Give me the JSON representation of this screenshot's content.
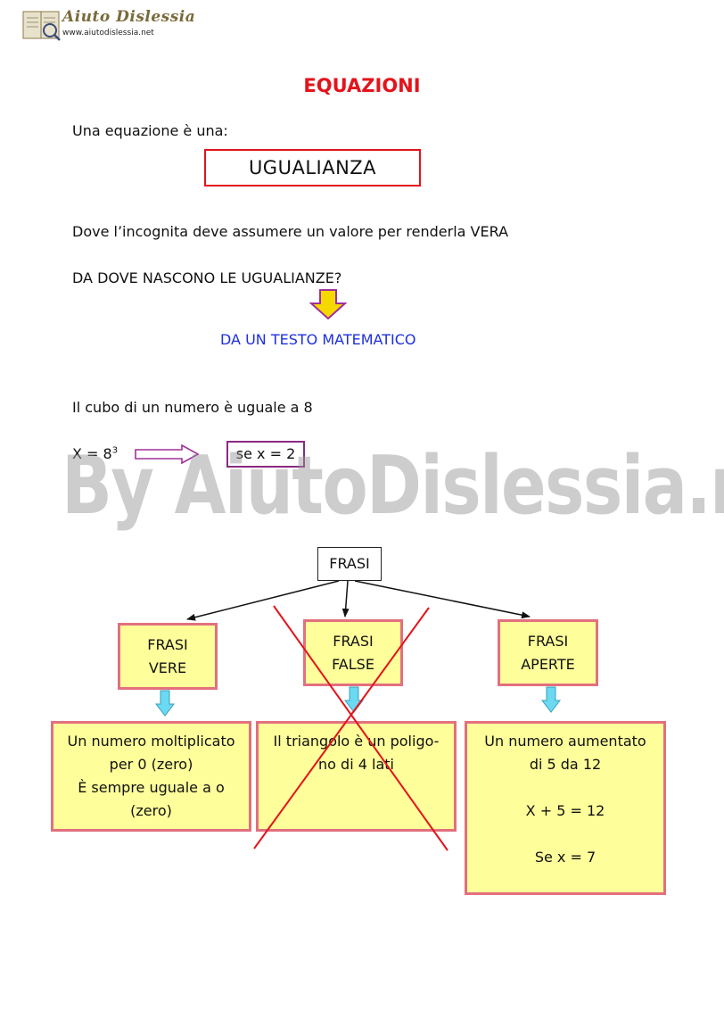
{
  "header": {
    "logo_title": "Aiuto Dislessia",
    "logo_url": "www.aiutodislessia.net"
  },
  "title": "EQUAZIONI",
  "intro": "Una equazione è una:",
  "definition": "UGUALIANZA",
  "condition": "Dove l’incognita deve assumere un valore per renderla VERA",
  "question": "DA DOVE NASCONO LE UGUALIANZE?",
  "answer": "DA UN TESTO  MATEMATICO",
  "example": {
    "statement": "Il  cubo di un numero è uguale  a 8",
    "equation_base": "X  = 8",
    "equation_exp": "3",
    "solution": "se x = 2"
  },
  "watermark": "By AiutoDislessia.net",
  "diagram": {
    "root": "FRASI",
    "categories": [
      {
        "line1": "FRASI",
        "line2": "VERE",
        "example_lines": [
          "Un numero moltiplicato",
          "per 0 (zero)",
          "È sempre uguale a o",
          "(zero)"
        ],
        "crossed": false
      },
      {
        "line1": "FRASI",
        "line2": "FALSE",
        "example_lines": [
          "Il triangolo è un poligo-",
          "no di 4 lati"
        ],
        "crossed": true
      },
      {
        "line1": "FRASI",
        "line2": "APERTE",
        "example_lines": [
          "Un  numero aumentato",
          "di 5 da 12",
          "",
          "X + 5 = 12",
          "",
          "Se x = 7"
        ],
        "crossed": false
      }
    ]
  },
  "colors": {
    "title": "#e3141b",
    "answer": "#1d2fe0",
    "box_fill": "#fefe9a",
    "box_border": "#e2707e",
    "cross": "#e3141b",
    "down_arrow_yellow": "#f5d800",
    "down_arrow_blue": "#6cd9f2",
    "right_arrow": "#a0309a"
  }
}
